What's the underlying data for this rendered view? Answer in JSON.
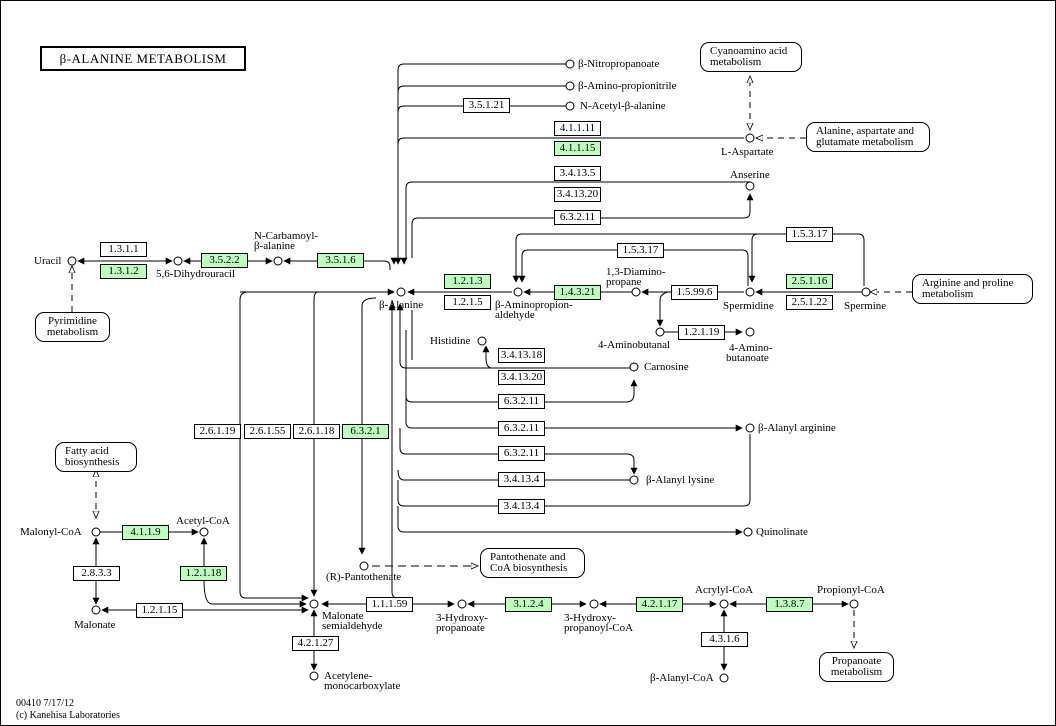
{
  "map": {
    "title": "β-ALANINE  METABOLISM",
    "footer_id": "00410 7/17/12",
    "footer_copyright": "(c) Kanehisa Laboratories",
    "colors": {
      "enzyme_found": "#bfffbf",
      "enzyme_default": "#ffffff",
      "line": "#000000"
    }
  },
  "compounds": {
    "nitropropanoate": "β-Nitropropanoate",
    "aminopropionitrile": "β-Amino-propionitrile",
    "acetyl_alanine": "N-Acetyl-β-alanine",
    "l_aspartate": "L-Aspartate",
    "anserine": "Anserine",
    "uracil": "Uracil",
    "dihydrouracil": "5,6-Dihydrouracil",
    "carbamoyl_line1": "N-Carbamoyl-",
    "carbamoyl_line2": "β-alanine",
    "beta_alanine": "β-Alanine",
    "aminopropionaldehyde_line1": "β-Aminopropion-",
    "aminopropionaldehyde_line2": "aldehyde",
    "diaminopropane_line1": "1,3-Diamino-",
    "diaminopropane_line2": "propane",
    "spermidine": "Spermidine",
    "spermine": "Spermine",
    "aminobutanal": "4-Aminobutanal",
    "aminobutanoate_line1": "4-Amino-",
    "aminobutanoate_line2": "butanoate",
    "histidine": "Histidine",
    "carnosine": "Carnosine",
    "alanyl_arginine": "β-Alanyl arginine",
    "alanyl_lysine": "β-Alanyl lysine",
    "quinolinate": "Quinolinate",
    "malonyl_coa": "Malonyl-CoA",
    "acetyl_coa": "Acetyl-CoA",
    "malonate": "Malonate",
    "pantothenate": "(R)-Pantothenate",
    "malonate_semialdehyde_line1": "Malonate",
    "malonate_semialdehyde_line2": "semialdehyde",
    "acetylene_line1": "Acetylene-",
    "acetylene_line2": "monocarboxylate",
    "hydroxypropanoate_line1": "3-Hydroxy-",
    "hydroxypropanoate_line2": "propanoate",
    "hydroxypropanoyl_line1": "3-Hydroxy-",
    "hydroxypropanoyl_line2": "propanoyl-CoA",
    "acrylyl_coa": "Acrylyl-CoA",
    "propionyl_coa": "Propionyl-CoA",
    "alanyl_coa": "β-Alanyl-CoA"
  },
  "enzymes": {
    "e_3_5_1_21": "3.5.1.21",
    "e_4_1_1_11": "4.1.1.11",
    "e_4_1_1_15": "4.1.1.15",
    "e_3_4_13_5": "3.4.13.5",
    "e_3_4_13_20_a": "3.4.13.20",
    "e_6_3_2_11_a": "6.3.2.11",
    "e_1_3_1_1": "1.3.1.1",
    "e_1_3_1_2": "1.3.1.2",
    "e_3_5_2_2": "3.5.2.2",
    "e_3_5_1_6": "3.5.1.6",
    "e_1_2_1_3": "1.2.1.3",
    "e_1_2_1_5": "1.2.1.5",
    "e_1_4_3_21": "1.4.3.21",
    "e_1_5_3_17_a": "1.5.3.17",
    "e_1_5_3_17_b": "1.5.3.17",
    "e_1_5_99_6": "1.5.99.6",
    "e_2_5_1_16": "2.5.1.16",
    "e_2_5_1_22": "2.5.1.22",
    "e_1_2_1_19": "1.2.1.19",
    "e_3_4_13_18": "3.4.13.18",
    "e_3_4_13_20_b": "3.4.13.20",
    "e_6_3_2_11_b": "6.3.2.11",
    "e_6_3_2_11_c": "6.3.2.11",
    "e_6_3_2_11_d": "6.3.2.11",
    "e_3_4_13_4_a": "3.4.13.4",
    "e_3_4_13_4_b": "3.4.13.4",
    "e_2_6_1_19": "2.6.1.19",
    "e_2_6_1_55": "2.6.1.55",
    "e_2_6_1_18": "2.6.1.18",
    "e_6_3_2_1": "6.3.2.1",
    "e_4_1_1_9": "4.1.1.9",
    "e_2_8_3_3": "2.8.3.3",
    "e_1_2_1_18": "1.2.1.18",
    "e_1_2_1_15": "1.2.1.15",
    "e_1_1_1_59": "1.1.1.59",
    "e_4_2_1_27": "4.2.1.27",
    "e_3_1_2_4": "3.1.2.4",
    "e_4_2_1_17": "4.2.1.17",
    "e_1_3_8_7": "1.3.8.7",
    "e_4_3_1_6": "4.3.1.6"
  },
  "pathways": {
    "cyanoamino_line1": "Cyanoamino acid",
    "cyanoamino_line2": "metabolism",
    "alanine_line1": "Alanine, aspartate and",
    "alanine_line2": "glutamate metabolism",
    "pyrimidine_line1": "Pyrimidine",
    "pyrimidine_line2": "metabolism",
    "arginine_line1": "Arginine and proline",
    "arginine_line2": "metabolism",
    "fatty_line1": "Fatty acid",
    "fatty_line2": "biosynthesis",
    "pantothenate_line1": "Pantothenate and",
    "pantothenate_line2": "CoA biosynthesis",
    "propanoate_line1": "Propanoate",
    "propanoate_line2": "metabolism"
  }
}
